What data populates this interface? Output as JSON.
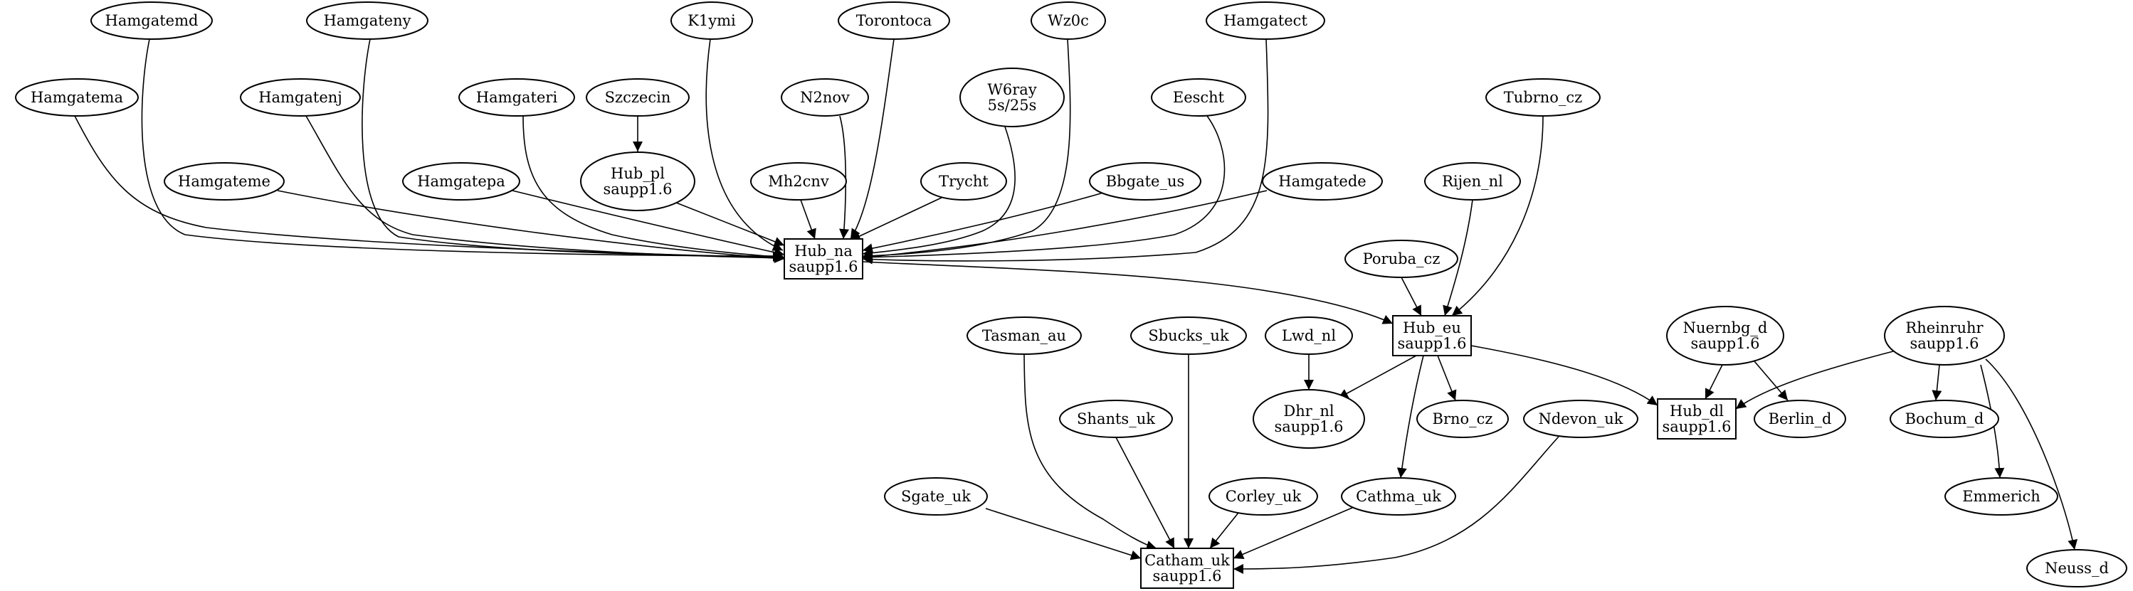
{
  "graph": {
    "nodes": [
      {
        "id": "hamgatemd",
        "lines": [
          "Hamgatemd"
        ],
        "shape": "ellipse"
      },
      {
        "id": "hamgateny",
        "lines": [
          "Hamgateny"
        ],
        "shape": "ellipse"
      },
      {
        "id": "k1ymi",
        "lines": [
          "K1ymi"
        ],
        "shape": "ellipse"
      },
      {
        "id": "torontoca",
        "lines": [
          "Torontoca"
        ],
        "shape": "ellipse"
      },
      {
        "id": "wz0c",
        "lines": [
          "Wz0c"
        ],
        "shape": "ellipse"
      },
      {
        "id": "hamgatect",
        "lines": [
          "Hamgatect"
        ],
        "shape": "ellipse"
      },
      {
        "id": "hamgatema",
        "lines": [
          "Hamgatema"
        ],
        "shape": "ellipse"
      },
      {
        "id": "hamgatenj",
        "lines": [
          "Hamgatenj"
        ],
        "shape": "ellipse"
      },
      {
        "id": "hamgateri",
        "lines": [
          "Hamgateri"
        ],
        "shape": "ellipse"
      },
      {
        "id": "szczecin",
        "lines": [
          "Szczecin"
        ],
        "shape": "ellipse"
      },
      {
        "id": "n2nov",
        "lines": [
          "N2nov"
        ],
        "shape": "ellipse"
      },
      {
        "id": "w6ray",
        "lines": [
          "W6ray",
          "5s/25s"
        ],
        "shape": "ellipse"
      },
      {
        "id": "eescht",
        "lines": [
          "Eescht"
        ],
        "shape": "ellipse"
      },
      {
        "id": "tubrno_cz",
        "lines": [
          "Tubrno_cz"
        ],
        "shape": "ellipse"
      },
      {
        "id": "hamgateme",
        "lines": [
          "Hamgateme"
        ],
        "shape": "ellipse"
      },
      {
        "id": "hamgatepa",
        "lines": [
          "Hamgatepa"
        ],
        "shape": "ellipse"
      },
      {
        "id": "hub_pl",
        "lines": [
          "Hub_pl",
          "saupp1.6"
        ],
        "shape": "ellipse"
      },
      {
        "id": "mh2cnv",
        "lines": [
          "Mh2cnv"
        ],
        "shape": "ellipse"
      },
      {
        "id": "trycht",
        "lines": [
          "Trycht"
        ],
        "shape": "ellipse"
      },
      {
        "id": "bbgate_us",
        "lines": [
          "Bbgate_us"
        ],
        "shape": "ellipse"
      },
      {
        "id": "hamgatede",
        "lines": [
          "Hamgatede"
        ],
        "shape": "ellipse"
      },
      {
        "id": "rijen_nl",
        "lines": [
          "Rijen_nl"
        ],
        "shape": "ellipse"
      },
      {
        "id": "hub_na",
        "lines": [
          "Hub_na",
          "saupp1.6"
        ],
        "shape": "box"
      },
      {
        "id": "poruba_cz",
        "lines": [
          "Poruba_cz"
        ],
        "shape": "ellipse"
      },
      {
        "id": "hub_eu",
        "lines": [
          "Hub_eu",
          "saupp1.6"
        ],
        "shape": "box"
      },
      {
        "id": "tasman_au",
        "lines": [
          "Tasman_au"
        ],
        "shape": "ellipse"
      },
      {
        "id": "sbucks_uk",
        "lines": [
          "Sbucks_uk"
        ],
        "shape": "ellipse"
      },
      {
        "id": "lwd_nl",
        "lines": [
          "Lwd_nl"
        ],
        "shape": "ellipse"
      },
      {
        "id": "nuernbg_d",
        "lines": [
          "Nuernbg_d",
          "saupp1.6"
        ],
        "shape": "ellipse"
      },
      {
        "id": "rheinruhr",
        "lines": [
          "Rheinruhr",
          "saupp1.6"
        ],
        "shape": "ellipse"
      },
      {
        "id": "dhr_nl",
        "lines": [
          "Dhr_nl",
          "saupp1.6"
        ],
        "shape": "ellipse"
      },
      {
        "id": "brno_cz",
        "lines": [
          "Brno_cz"
        ],
        "shape": "ellipse"
      },
      {
        "id": "hub_dl",
        "lines": [
          "Hub_dl",
          "saupp1.6"
        ],
        "shape": "box"
      },
      {
        "id": "berlin_d",
        "lines": [
          "Berlin_d"
        ],
        "shape": "ellipse"
      },
      {
        "id": "bochum_d",
        "lines": [
          "Bochum_d"
        ],
        "shape": "ellipse"
      },
      {
        "id": "shants_uk",
        "lines": [
          "Shants_uk"
        ],
        "shape": "ellipse"
      },
      {
        "id": "ndevon_uk",
        "lines": [
          "Ndevon_uk"
        ],
        "shape": "ellipse"
      },
      {
        "id": "corley_uk",
        "lines": [
          "Corley_uk"
        ],
        "shape": "ellipse"
      },
      {
        "id": "cathma_uk",
        "lines": [
          "Cathma_uk"
        ],
        "shape": "ellipse"
      },
      {
        "id": "sgate_uk",
        "lines": [
          "Sgate_uk"
        ],
        "shape": "ellipse"
      },
      {
        "id": "emmerich",
        "lines": [
          "Emmerich"
        ],
        "shape": "ellipse"
      },
      {
        "id": "catham_uk",
        "lines": [
          "Catham_uk",
          "saupp1.6"
        ],
        "shape": "box"
      },
      {
        "id": "neuss_d",
        "lines": [
          "Neuss_d"
        ],
        "shape": "ellipse"
      }
    ],
    "edges": [
      {
        "from": "hamgatemd",
        "to": "hub_na"
      },
      {
        "from": "hamgateny",
        "to": "hub_na"
      },
      {
        "from": "k1ymi",
        "to": "hub_na"
      },
      {
        "from": "torontoca",
        "to": "hub_na"
      },
      {
        "from": "wz0c",
        "to": "hub_na"
      },
      {
        "from": "hamgatect",
        "to": "hub_na"
      },
      {
        "from": "hamgatema",
        "to": "hub_na"
      },
      {
        "from": "hamgatenj",
        "to": "hub_na"
      },
      {
        "from": "hamgateri",
        "to": "hub_na"
      },
      {
        "from": "szczecin",
        "to": "hub_pl"
      },
      {
        "from": "n2nov",
        "to": "hub_na"
      },
      {
        "from": "w6ray",
        "to": "hub_na"
      },
      {
        "from": "eescht",
        "to": "hub_na"
      },
      {
        "from": "hamgateme",
        "to": "hub_na"
      },
      {
        "from": "hamgatepa",
        "to": "hub_na"
      },
      {
        "from": "hub_pl",
        "to": "hub_na"
      },
      {
        "from": "mh2cnv",
        "to": "hub_na"
      },
      {
        "from": "trycht",
        "to": "hub_na"
      },
      {
        "from": "bbgate_us",
        "to": "hub_na"
      },
      {
        "from": "hamgatede",
        "to": "hub_na"
      },
      {
        "from": "hub_na",
        "to": "hub_eu"
      },
      {
        "from": "tubrno_cz",
        "to": "hub_eu"
      },
      {
        "from": "rijen_nl",
        "to": "hub_eu"
      },
      {
        "from": "poruba_cz",
        "to": "hub_eu"
      },
      {
        "from": "hub_eu",
        "to": "dhr_nl"
      },
      {
        "from": "hub_eu",
        "to": "brno_cz"
      },
      {
        "from": "hub_eu",
        "to": "hub_dl"
      },
      {
        "from": "hub_eu",
        "to": "cathma_uk"
      },
      {
        "from": "lwd_nl",
        "to": "dhr_nl"
      },
      {
        "from": "nuernbg_d",
        "to": "hub_dl"
      },
      {
        "from": "nuernbg_d",
        "to": "berlin_d"
      },
      {
        "from": "rheinruhr",
        "to": "hub_dl"
      },
      {
        "from": "rheinruhr",
        "to": "bochum_d"
      },
      {
        "from": "rheinruhr",
        "to": "emmerich"
      },
      {
        "from": "rheinruhr",
        "to": "neuss_d"
      },
      {
        "from": "tasman_au",
        "to": "catham_uk"
      },
      {
        "from": "sbucks_uk",
        "to": "catham_uk"
      },
      {
        "from": "shants_uk",
        "to": "catham_uk"
      },
      {
        "from": "corley_uk",
        "to": "catham_uk"
      },
      {
        "from": "cathma_uk",
        "to": "catham_uk"
      },
      {
        "from": "sgate_uk",
        "to": "catham_uk"
      },
      {
        "from": "ndevon_uk",
        "to": "catham_uk"
      }
    ]
  }
}
